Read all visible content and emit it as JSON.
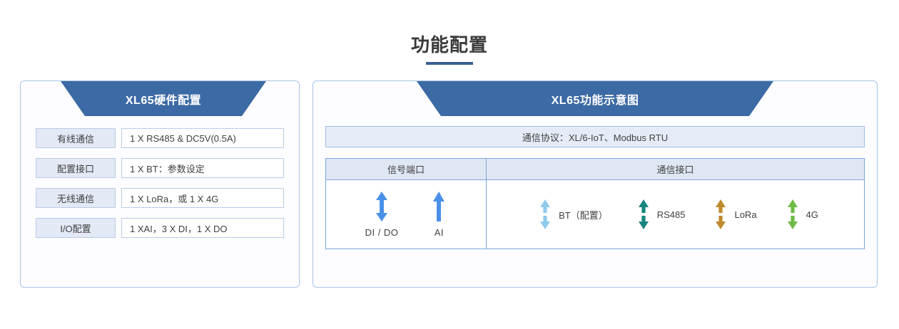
{
  "page": {
    "title": "功能配置"
  },
  "left_panel": {
    "banner_title": "XL65硬件配置",
    "rows": [
      {
        "label": "有线通信",
        "value": "1 X RS485 & DC5V(0.5A)"
      },
      {
        "label": "配置接口",
        "value": "1 X BT：参数设定"
      },
      {
        "label": "无线通信",
        "value": "1 X LoRa，或 1 X 4G"
      },
      {
        "label": "I/O配置",
        "value": "1 XAI，3 X DI，1 X DO"
      }
    ]
  },
  "right_panel": {
    "banner_title": "XL65功能示意图",
    "protocol_bar": "通信协议：XL/6-IoT、Modbus RTU",
    "table": {
      "headers": [
        "信号端口",
        "通信接口"
      ],
      "signal_ports": [
        {
          "label": "DI / DO",
          "icon": "double-arrow-vertical-icon",
          "color": "#4a90e8",
          "arrow_type": "bidirectional"
        },
        {
          "label": "AI",
          "icon": "arrow-up-icon",
          "color": "#4a90e8",
          "arrow_type": "up"
        }
      ],
      "comm_interfaces": [
        {
          "label": "BT（配置）",
          "icon": "split-arrow-vertical-icon",
          "color": "#8ecaea",
          "arrow_type": "split"
        },
        {
          "label": "RS485",
          "icon": "split-arrow-vertical-icon",
          "color": "#16857f",
          "arrow_type": "split"
        },
        {
          "label": "LoRa",
          "icon": "split-arrow-vertical-icon",
          "color": "#bf8a2c",
          "arrow_type": "split"
        },
        {
          "label": "4G",
          "icon": "split-arrow-vertical-icon",
          "color": "#6fbb46",
          "arrow_type": "split"
        }
      ]
    }
  },
  "colors": {
    "banner_blue": "#3c6aa5",
    "rule_blue": "#3a6094",
    "panel_border": "#a9c3e6",
    "cell_fill": "#e3e9f5",
    "protocol_fill": "#e6ecf7"
  }
}
